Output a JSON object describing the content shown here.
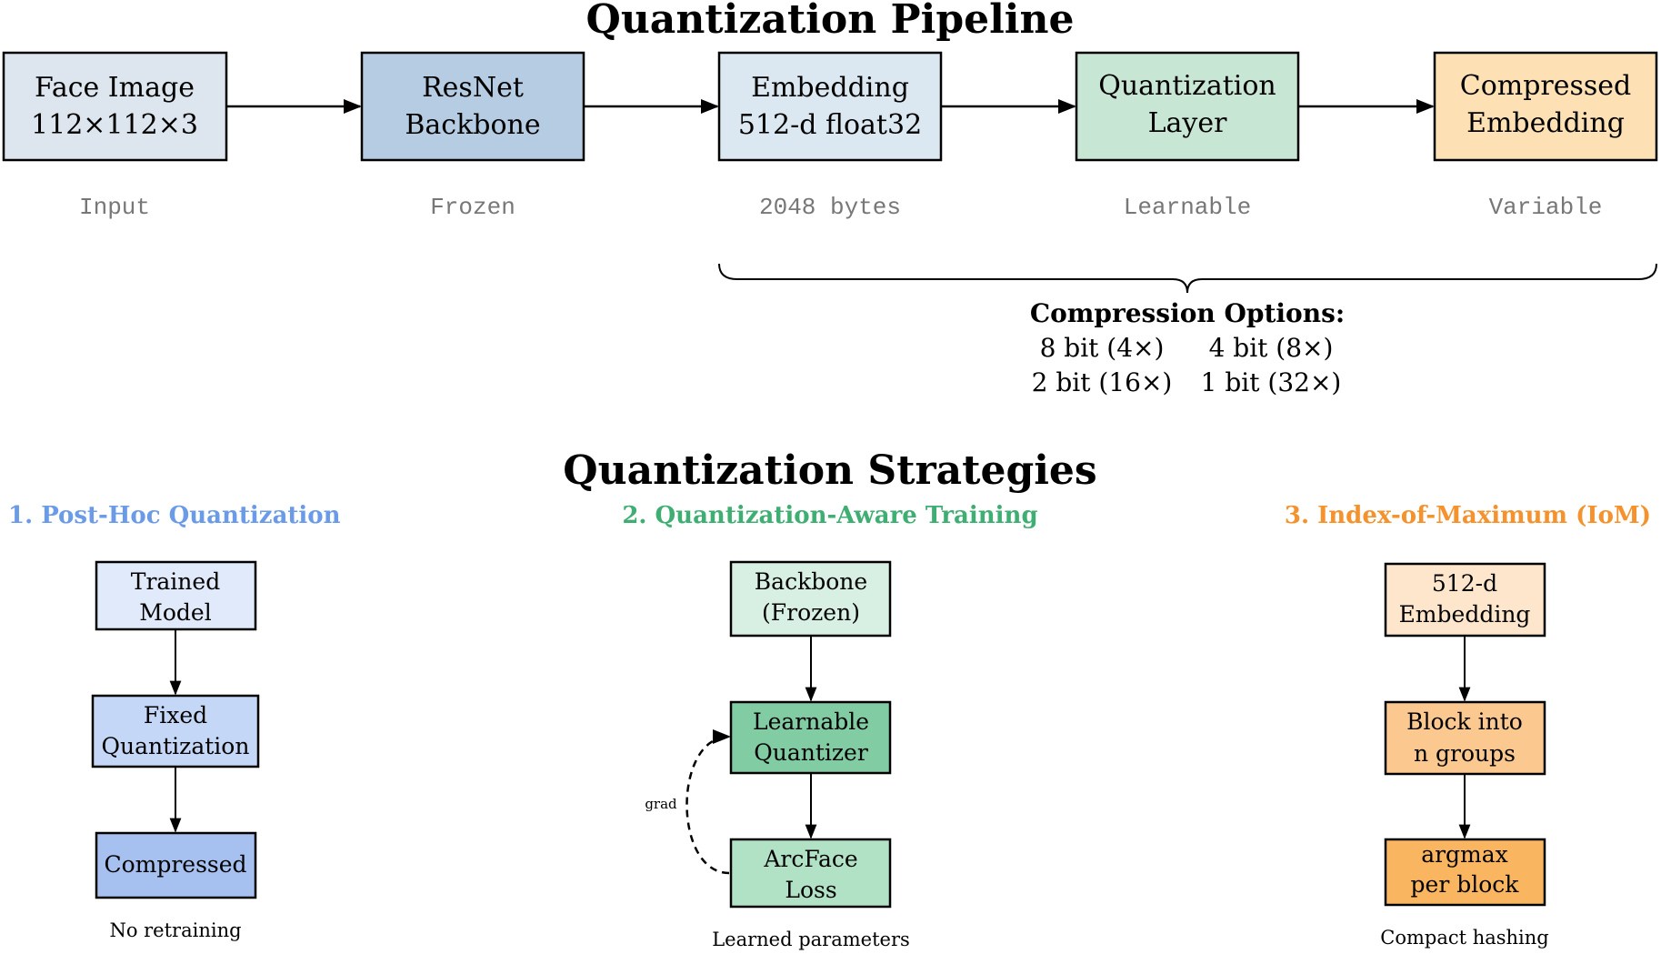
{
  "pipeline": {
    "title": "Quantization Pipeline",
    "stages": [
      {
        "lines": [
          "Face Image",
          "112×112×3"
        ],
        "label": "Input",
        "fill": "#dde6ee"
      },
      {
        "lines": [
          "ResNet",
          "Backbone"
        ],
        "label": "Frozen",
        "fill": "#b5cce2"
      },
      {
        "lines": [
          "Embedding",
          "512-d float32"
        ],
        "label": "2048 bytes",
        "fill": "#dce8f1"
      },
      {
        "lines": [
          "Quantization",
          "Layer"
        ],
        "label": "Learnable",
        "fill": "#c8e6d4"
      },
      {
        "lines": [
          "Compressed",
          "Embedding"
        ],
        "label": "Variable",
        "fill": "#fde0b4"
      }
    ],
    "compression": {
      "title": "Compression Options:",
      "row1": [
        "8 bit (4×)",
        "4 bit (8×)"
      ],
      "row2": [
        "2 bit (16×)",
        "1 bit (32×)"
      ]
    }
  },
  "strategies": {
    "title": "Quantization Strategies",
    "columns": [
      {
        "title": "1. Post-Hoc Quantization",
        "color": "#6b9be6",
        "boxes": [
          {
            "lines": [
              "Trained",
              "Model"
            ],
            "fill": "#e0eafa"
          },
          {
            "lines": [
              "Fixed",
              "Quantization"
            ],
            "fill": "#c5d7f6"
          },
          {
            "lines": [
              "Compressed"
            ],
            "fill": "#a6c1f0"
          }
        ],
        "caption": "No retraining"
      },
      {
        "title": "2. Quantization-Aware Training",
        "color": "#3fae72",
        "boxes": [
          {
            "lines": [
              "Backbone",
              "(Frozen)"
            ],
            "fill": "#d8f0e3"
          },
          {
            "lines": [
              "Learnable",
              "Quantizer"
            ],
            "fill": "#82cca3"
          },
          {
            "lines": [
              "ArcFace",
              "Loss"
            ],
            "fill": "#b2e2c6"
          }
        ],
        "feedback_label": "grad",
        "caption": "Learned parameters"
      },
      {
        "title": "3. Index-of-Maximum (IoM)",
        "color": "#f4922e",
        "boxes": [
          {
            "lines": [
              "512-d",
              "Embedding"
            ],
            "fill": "#fde6cc"
          },
          {
            "lines": [
              "Block into",
              "n groups"
            ],
            "fill": "#fbc98f"
          },
          {
            "lines": [
              "argmax",
              "per block"
            ],
            "fill": "#f9b560"
          }
        ],
        "caption": "Compact hashing"
      }
    ]
  }
}
